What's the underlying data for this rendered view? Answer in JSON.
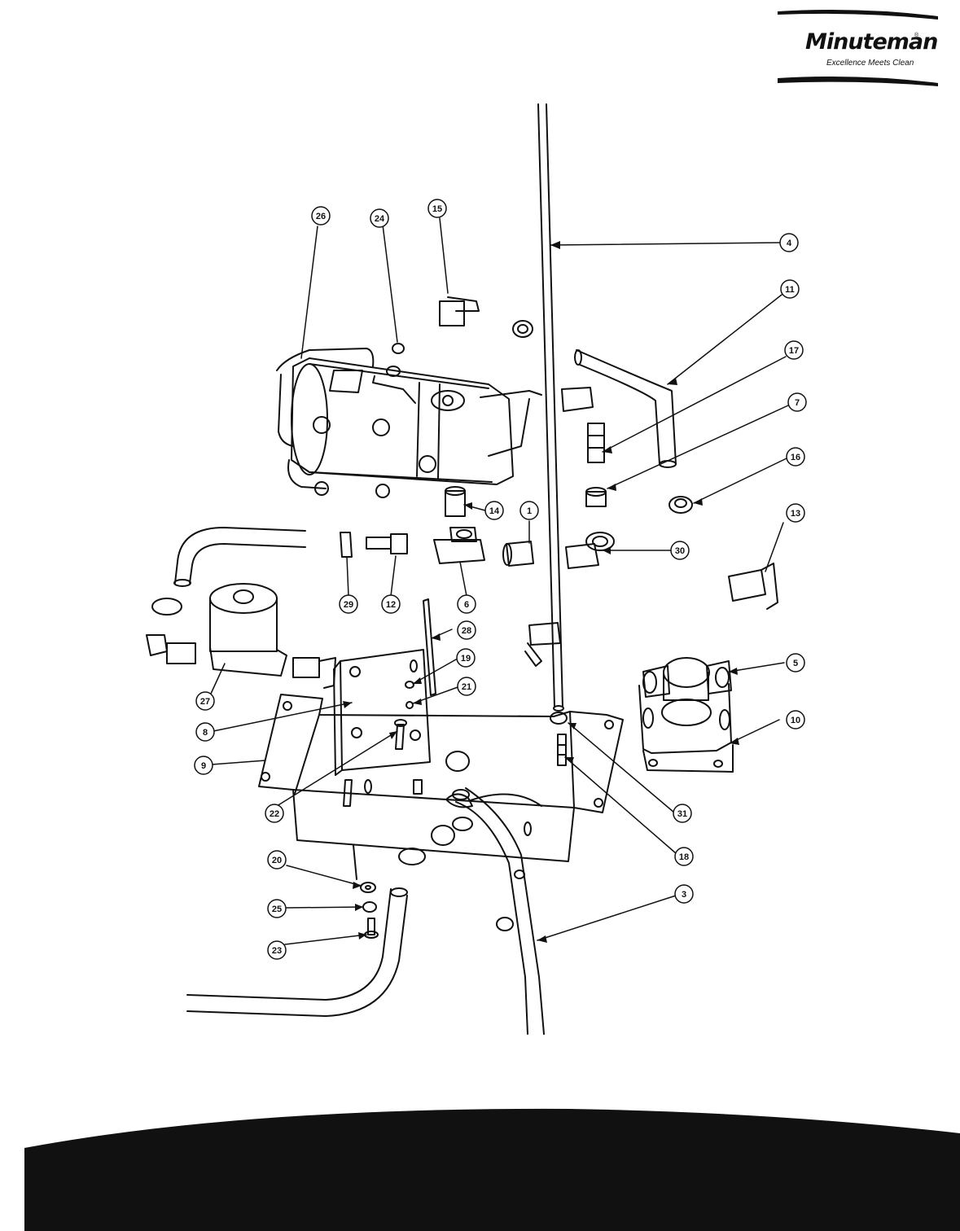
{
  "brand": {
    "name": "Minuteman",
    "registered_mark": "®",
    "tagline": "Excellence Meets Clean"
  },
  "callouts": [
    {
      "label": "1"
    },
    {
      "label": "3"
    },
    {
      "label": "4"
    },
    {
      "label": "5"
    },
    {
      "label": "6"
    },
    {
      "label": "7"
    },
    {
      "label": "8"
    },
    {
      "label": "9"
    },
    {
      "label": "10"
    },
    {
      "label": "11"
    },
    {
      "label": "12"
    },
    {
      "label": "13"
    },
    {
      "label": "14"
    },
    {
      "label": "15"
    },
    {
      "label": "16"
    },
    {
      "label": "17"
    },
    {
      "label": "18"
    },
    {
      "label": "19"
    },
    {
      "label": "20"
    },
    {
      "label": "21"
    },
    {
      "label": "22"
    },
    {
      "label": "23"
    },
    {
      "label": "24"
    },
    {
      "label": "25"
    },
    {
      "label": "26"
    },
    {
      "label": "27"
    },
    {
      "label": "28"
    },
    {
      "label": "29"
    },
    {
      "label": "30"
    },
    {
      "label": "31"
    }
  ]
}
